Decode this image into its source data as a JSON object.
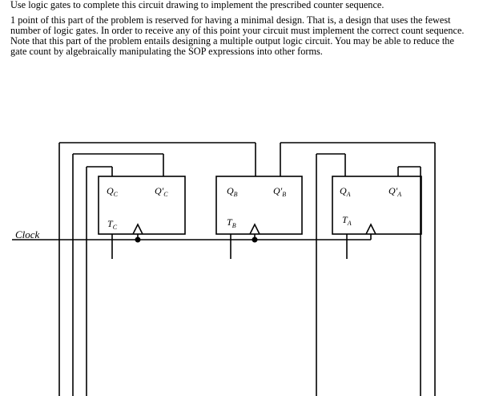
{
  "instructions": {
    "line1": "Use logic gates to complete this circuit drawing to implement the prescribed counter sequence.",
    "para2": "1 point of this part of the problem is reserved for having a minimal design.  That is, a design that uses the fewest number of logic gates.  In order to receive any of this point your circuit must implement the correct count sequence.  Note that this part of the problem entails designing a multiple output logic circuit.  You may be able to reduce the gate count by algebraically manipulating the SOP expressions into other forms."
  },
  "circuit": {
    "clock_label": "Clock",
    "flip_flops": [
      {
        "name": "C",
        "q": "Q",
        "q_sub": "C",
        "qbar": "Q'",
        "qbar_sub": "C",
        "t": "T",
        "t_sub": "C"
      },
      {
        "name": "B",
        "q": "Q",
        "q_sub": "B",
        "qbar": "Q'",
        "qbar_sub": "B",
        "t": "T",
        "t_sub": "B"
      },
      {
        "name": "A",
        "q": "Q",
        "q_sub": "A",
        "qbar": "Q'",
        "qbar_sub": "A",
        "t": "T",
        "t_sub": "A"
      }
    ]
  }
}
